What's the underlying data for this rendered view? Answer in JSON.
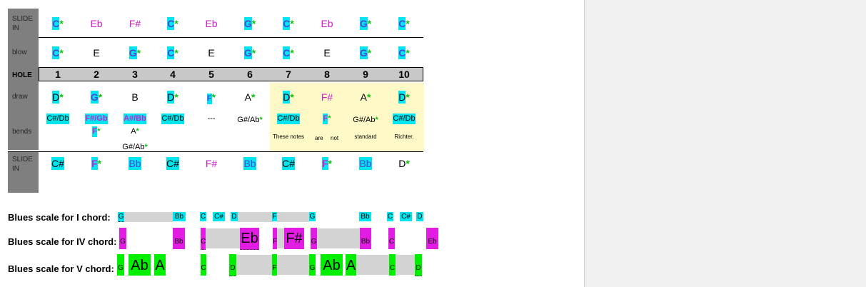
{
  "sidebar_labels": {
    "slide_in_top": "SLIDE IN",
    "blow": "blow",
    "hole": "HOLE",
    "draw": "draw",
    "bends": "bends",
    "slide_in_bottom": "SLIDE IN"
  },
  "star": "*",
  "holes": [
    "1",
    "2",
    "3",
    "4",
    "5",
    "6",
    "7",
    "8",
    "9",
    "10"
  ],
  "slide_in_top": [
    "C",
    "Eb",
    "F#",
    "C",
    "Eb",
    "G",
    "C",
    "Eb",
    "G",
    "C"
  ],
  "blow": [
    "C",
    "E",
    "G",
    "C",
    "E",
    "G",
    "C",
    "E",
    "G",
    "C"
  ],
  "draw": [
    "D",
    "G",
    "B",
    "D",
    "F",
    "A",
    "D",
    "F#",
    "A",
    "D"
  ],
  "bends": {
    "h1": "C#/Db",
    "h2_a": "F#/Gb",
    "h2_b": "F",
    "h3_a": "A#/Bb",
    "h3_b": "A",
    "h3_c": "G#/Ab",
    "h4": "C#/Db",
    "h5": "---",
    "h6": "G#/Ab",
    "h7": "C#/Db",
    "h8": "F",
    "h9": "G#/Ab",
    "h10": "C#/Db"
  },
  "note_text": [
    "These notes",
    "are",
    "not",
    "standard",
    "Richter."
  ],
  "slide_in_bottom": [
    "C#",
    "F",
    "Bb",
    "C#",
    "F#",
    "Bb",
    "C#",
    "F",
    "Bb",
    "D"
  ],
  "blues": {
    "i_label": "Blues scale for I chord:",
    "iv_label": "Blues scale for IV chord:",
    "v_label": "Blues scale for V chord:",
    "i_notes": [
      "G",
      "Bb",
      "C",
      "C#",
      "D",
      "F",
      "G",
      "Bb",
      "C",
      "C#",
      "D"
    ],
    "iv_notes": [
      "G",
      "Bb",
      "C",
      "Eb",
      "F",
      "F#",
      "G",
      "Bb",
      "C",
      "Eb"
    ],
    "v_notes": [
      "G",
      "Ab",
      "A",
      "C",
      "D",
      "F",
      "G",
      "Ab",
      "A",
      "C",
      "D"
    ]
  },
  "colors": {
    "cyan": "#00e5ee",
    "magenta": "#e31ce3",
    "green": "#00ee00",
    "star_green": "#12c012",
    "gray": "#7f7f7f"
  }
}
